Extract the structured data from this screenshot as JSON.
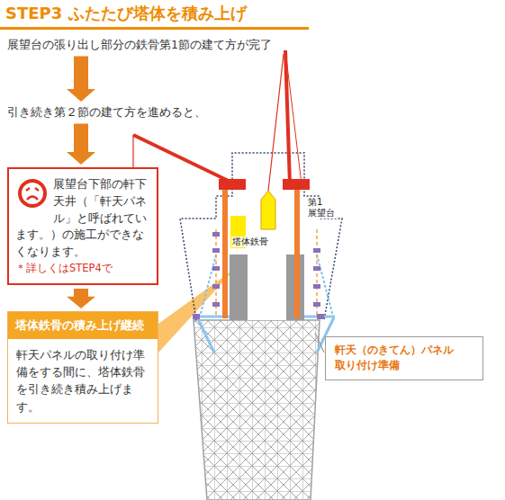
{
  "diagram": {
    "title": "STEP3 ふたたび塔体を積み上げ",
    "nodes": [
      {
        "text": [
          "展望台の張り出し部分の鉄骨第1節の建て方が完了"
        ]
      },
      {
        "text": [
          "引き続き第２節の建て方を進めると、"
        ]
      },
      {
        "text": [
          "展望台下部の軒下天井（「軒天パネル」と呼ばれています。）の施工ができなくなります。",
          "＊詳しくはSTEP4で"
        ]
      },
      {
        "text": [
          "塔体鉄骨の積み上げ継続",
          "軒天パネルの取り付け準備をする間に、塔体鉄骨を引き続き積み上げます。"
        ]
      },
      {
        "text": [
          "軒天（のきてん）パネル 取り付け準備"
        ]
      }
    ],
    "edges": [
      {
        "from": 0,
        "to": 1,
        "arrow": "to"
      },
      {
        "from": 1,
        "to": 2,
        "arrow": "to"
      },
      {
        "from": 2,
        "to": 3,
        "arrow": "to"
      }
    ],
    "labels": [
      "塔体鉄骨",
      "第1 展望台"
    ]
  }
}
